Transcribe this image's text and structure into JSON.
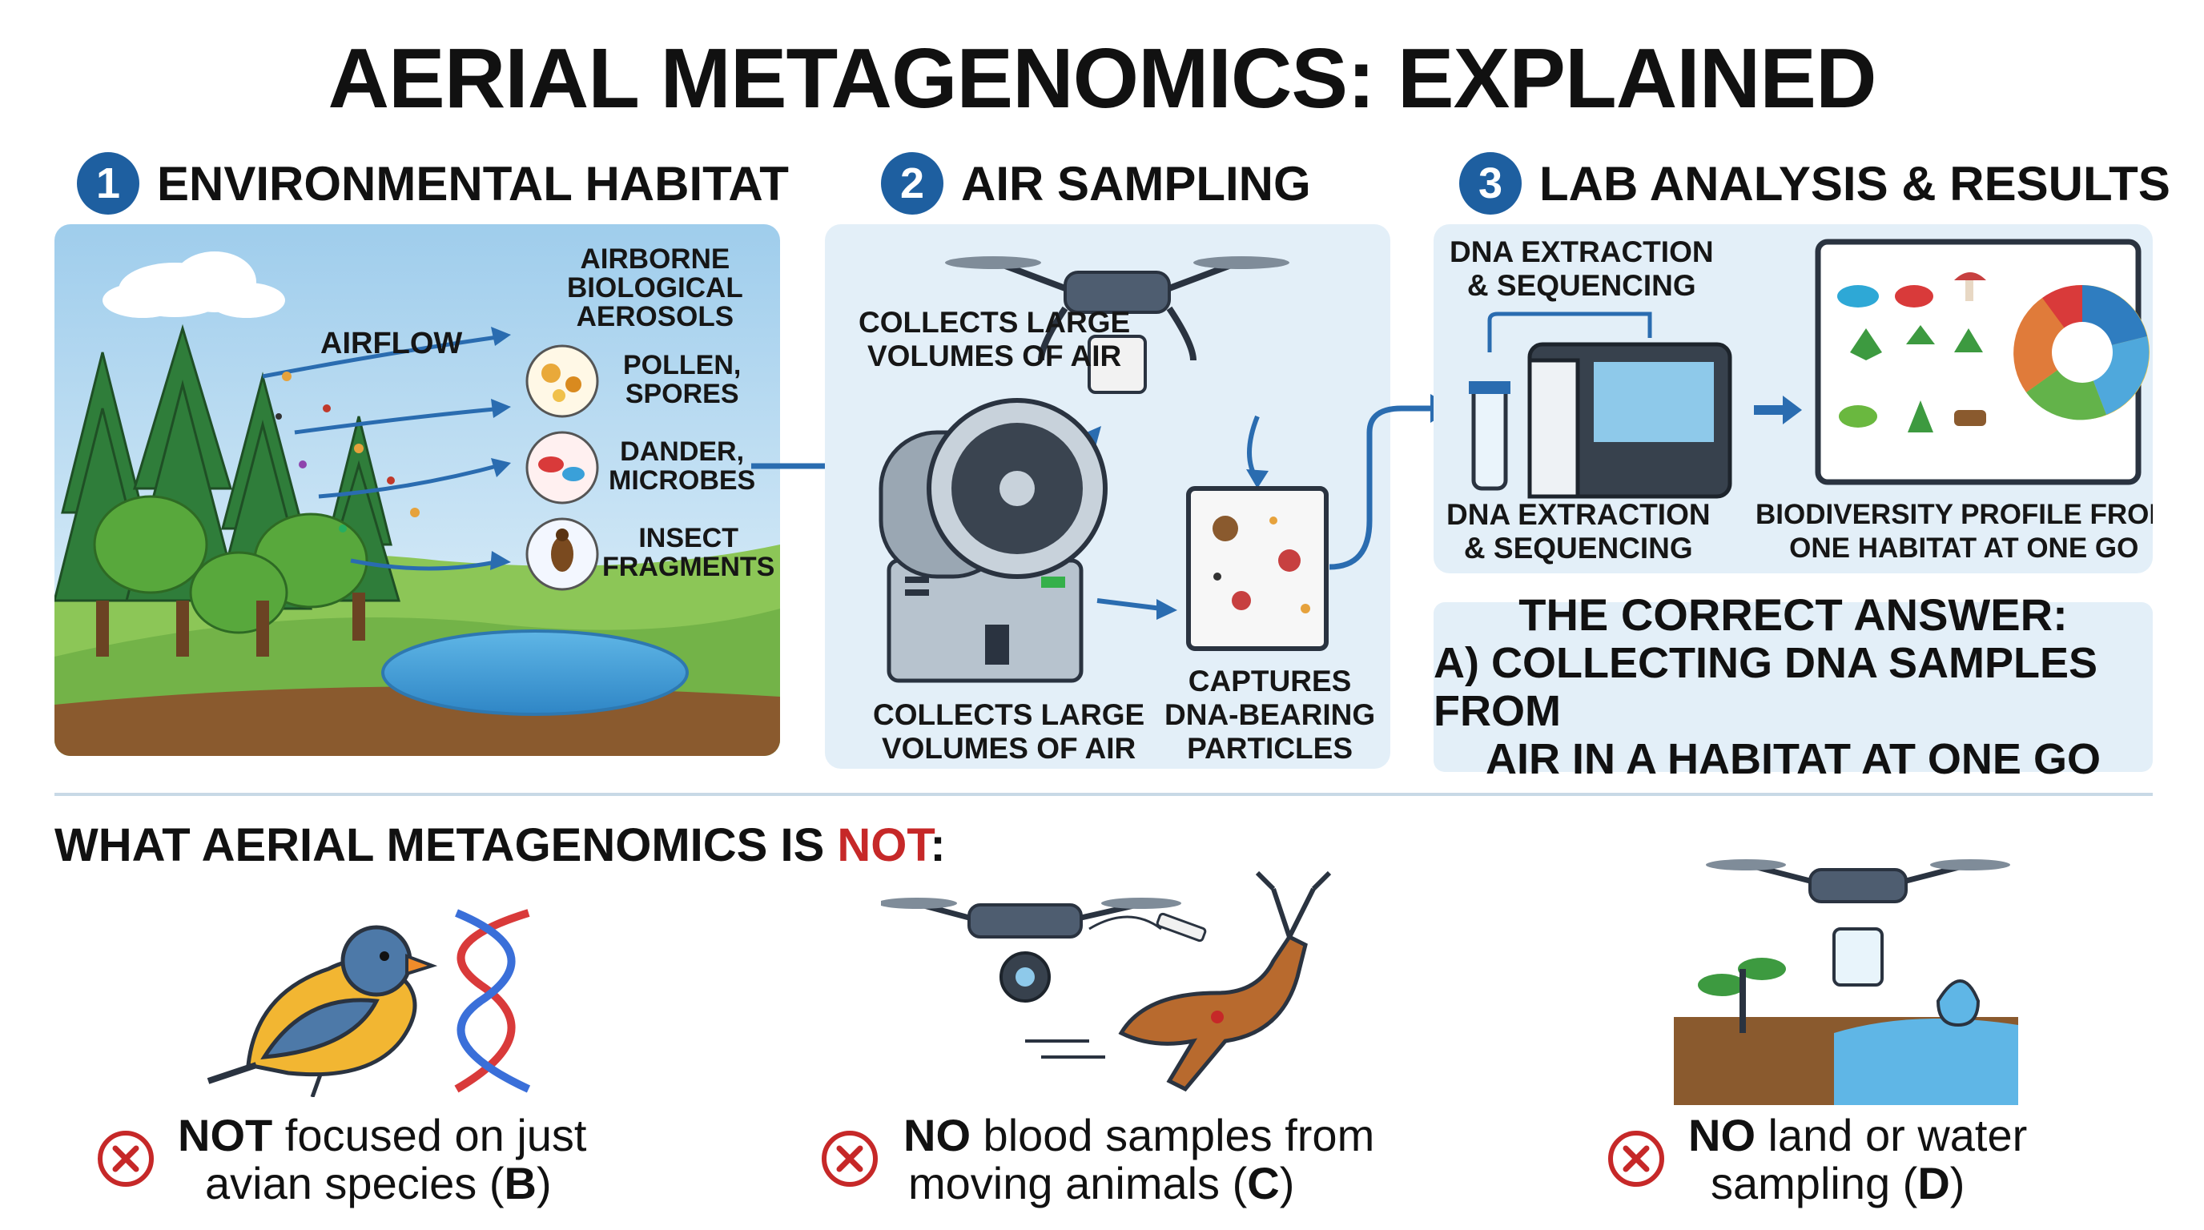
{
  "title": "AERIAL METAGENOMICS: EXPLAINED",
  "sections": [
    {
      "num": "1",
      "title": "ENVIRONMENTAL HABITAT"
    },
    {
      "num": "2",
      "title": "AIR SAMPLING"
    },
    {
      "num": "3",
      "title": "LAB ANALYSIS & RESULTS"
    }
  ],
  "habitat": {
    "airflow": "AIRFLOW",
    "aerosols_l1": "AIRBORNE",
    "aerosols_l2": "BIOLOGICAL",
    "aerosols_l3": "AEROSOLS",
    "pollen_l1": "POLLEN,",
    "pollen_l2": "SPORES",
    "dander_l1": "DANDER,",
    "dander_l2": "MICROBES",
    "insect_l1": "INSECT",
    "insect_l2": "FRAGMENTS"
  },
  "sampling": {
    "top_l1": "COLLECTS LARGE",
    "top_l2": "VOLUMES OF AIR",
    "bottom_l1": "COLLECTS LARGE",
    "bottom_l2": "VOLUMES OF AIR",
    "captures_l1": "CAPTURES",
    "captures_l2": "DNA-BEARING",
    "captures_l3": "PARTICLES"
  },
  "lab": {
    "top_l1": "DNA EXTRACTION",
    "top_l2": "& SEQUENCING",
    "bottom_l1": "DNA EXTRACTION",
    "bottom_l2": "& SEQUENCING",
    "bio_l1": "BIODIVERSITY PROFILE FROM",
    "bio_l2": "ONE HABITAT AT ONE GO"
  },
  "answer": {
    "l1": "THE CORRECT ANSWER:",
    "l2": "A) COLLECTING DNA SAMPLES FROM",
    "l3": "AIR IN A HABITAT AT ONE GO"
  },
  "not_section": {
    "prefix": "WHAT AERIAL METAGENOMICS IS ",
    "highlight": "NOT",
    "suffix": ":",
    "items": [
      {
        "bold": "NOT",
        "l1": " focused on just",
        "l2": "avian species (",
        "letter": "B",
        "end": ")"
      },
      {
        "bold": "NO",
        "l1": " blood samples from",
        "l2": "moving animals (",
        "letter": "C",
        "end": ")"
      },
      {
        "bold": "NO",
        "l1": " land or water",
        "l2": "sampling (",
        "letter": "D",
        "end": ")"
      }
    ]
  },
  "colors": {
    "accent_blue": "#1e5fa0",
    "panel_blue": "#e3eff8",
    "not_red": "#c62828",
    "divider": "#c8d9e6"
  }
}
